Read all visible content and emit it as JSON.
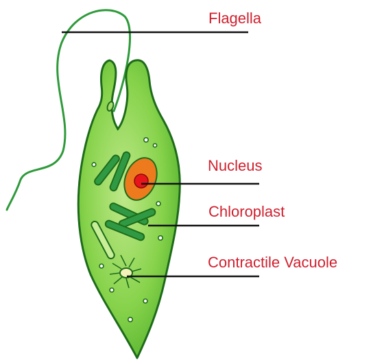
{
  "labels": {
    "flagella": "Flagella",
    "nucleus": "Nucleus",
    "chloroplast": "Chloroplast",
    "contractile_vacuole": "Contractile Vacuole"
  },
  "colors": {
    "label_text": "#d0202e",
    "leader_line": "#111111",
    "cell_body": "#7ccf3c",
    "cell_outline": "#1d6b1a",
    "chloroplast": "#2f9a43",
    "nucleus_outer": "#ee7a1e",
    "nucleus_inner": "#e8141c",
    "flagellum": "#2e9a3a",
    "vacuole": "#f4f2b8"
  }
}
